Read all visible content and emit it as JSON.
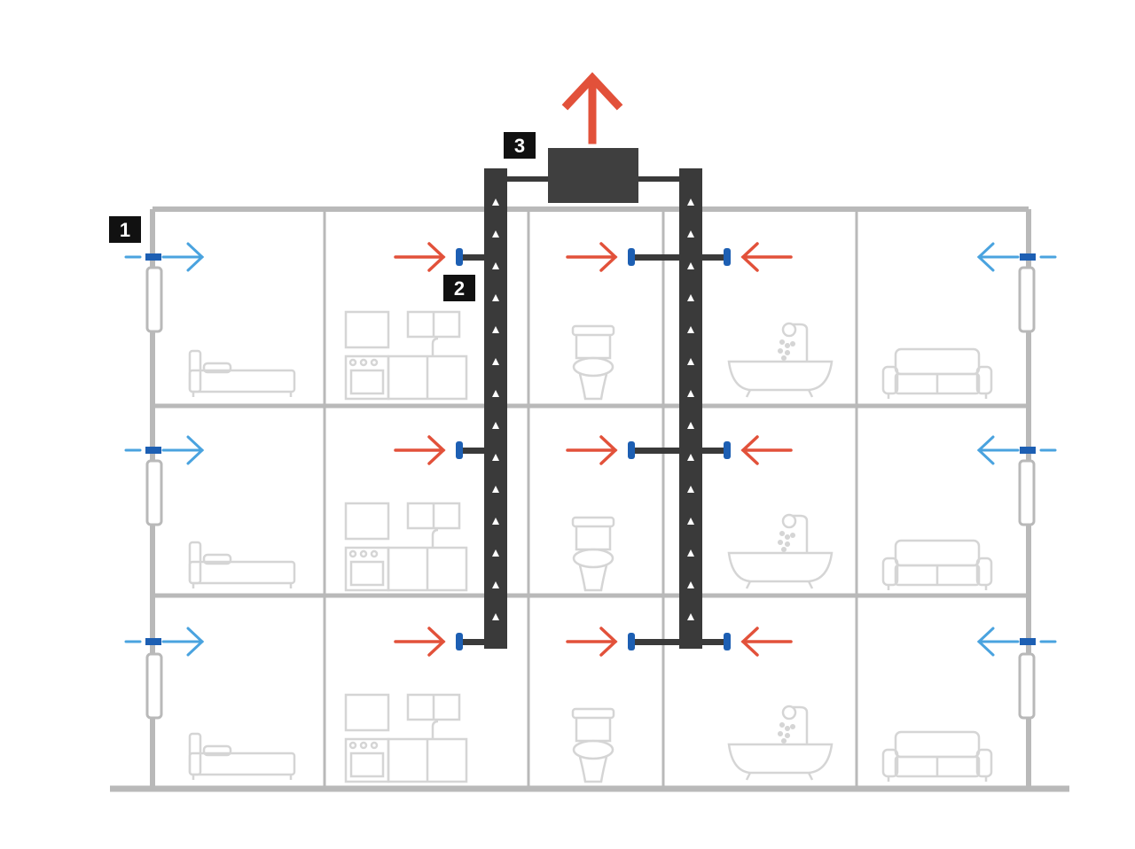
{
  "diagram": {
    "title": "",
    "callouts": [
      {
        "label": "1",
        "meaning": "fresh-air-inlet"
      },
      {
        "label": "2",
        "meaning": "extract-vent"
      },
      {
        "label": "3",
        "meaning": "exhaust-fan-unit"
      }
    ],
    "floors": [
      {
        "rooms": [
          "bedroom",
          "kitchen",
          "toilet",
          "bathroom",
          "living-room"
        ]
      },
      {
        "rooms": [
          "bedroom",
          "kitchen",
          "toilet",
          "bathroom",
          "living-room"
        ]
      },
      {
        "rooms": [
          "bedroom",
          "kitchen",
          "toilet",
          "bathroom",
          "living-room"
        ]
      }
    ],
    "flows": {
      "supply_air": "inward-from-facade",
      "extract_air": "into-extract-vents",
      "exhaust": "upward-from-roof-fan"
    },
    "icons": [
      "bed-icon",
      "kitchen-cabinet-icon",
      "toilet-icon",
      "bathtub-shower-icon",
      "sofa-icon"
    ],
    "colors": {
      "walls": "#b9b9b9",
      "duct": "#3a3a3a",
      "exhaust_fan": "#3f3f3f",
      "extract_air": "#e2513a",
      "supply_air": "#4aa3df",
      "vent_blue": "#1d5fb3",
      "furniture": "#d5d5d5",
      "callout_bg": "#111111"
    }
  }
}
